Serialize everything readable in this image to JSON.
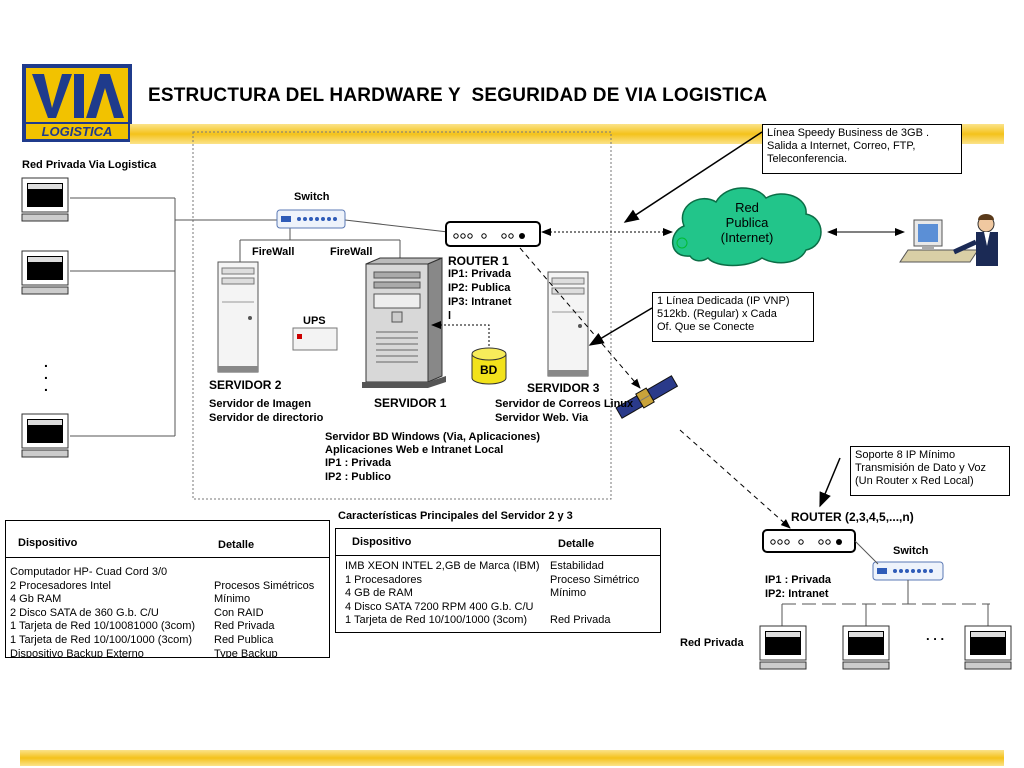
{
  "title": "ESTRUCTURA DEL HARDWARE Y  SEGURIDAD DE VIA LOGISTICA",
  "logo": {
    "text": "LOGISTICA",
    "colors": {
      "blue": "#1f3b8c",
      "yellow": "#f2c200"
    }
  },
  "colors": {
    "stripe": "#f4c21b",
    "cloud": "#22c58a",
    "arrow": "#000000"
  },
  "left_network": {
    "label": "Red Privada Via Logistica",
    "dots": ".\n.\n."
  },
  "switch_top": {
    "label": "Switch"
  },
  "firewalls": {
    "left": "FireWall",
    "right": "FireWall"
  },
  "ups": {
    "label": "UPS"
  },
  "router1": {
    "title": "ROUTER 1",
    "lines": [
      "IP1: Privada",
      "IP2: Publica",
      "IP3: Intranet",
      "l"
    ]
  },
  "bd": {
    "label": "BD"
  },
  "servidor1": {
    "title": "SERVIDOR 1",
    "desc": [
      "Servidor BD Windows (Via, Aplicaciones)",
      "Aplicaciones Web e Intranet Local",
      "IP1 : Privada",
      "IP2 : Publico"
    ]
  },
  "servidor2": {
    "title": "SERVIDOR 2",
    "desc": [
      "Servidor de Imagen",
      "Servidor de directorio"
    ]
  },
  "servidor3": {
    "title": "SERVIDOR 3",
    "desc": [
      "Servidor de Correos Linux",
      "Servidor Web. Via"
    ]
  },
  "cloud": {
    "lines": [
      "Red",
      "Publica",
      "(Internet)"
    ]
  },
  "callout_speedy": [
    "Línea Speedy Business de 3GB .",
    "Salida a Internet, Correo, FTP,",
    "Teleconferencia."
  ],
  "callout_dedicada": [
    "1 Línea Dedicada (IP VNP)",
    "512kb. (Regular) x Cada",
    "Of. Que se Conecte"
  ],
  "callout_soporte": [
    "Soporte 8 IP Mínimo",
    "Transmisión de Dato y Voz",
    "(Un Router x Red Local)"
  ],
  "router_n": {
    "title": "ROUTER  (2,3,4,5,...,n)",
    "lines": [
      "IP1 : Privada",
      "IP2: Intranet"
    ]
  },
  "switch_bottom": {
    "label": "Switch"
  },
  "red_privada_bottom": {
    "label": "Red Privada",
    "dots": ". . ."
  },
  "table1": {
    "headers": [
      "Dispositivo",
      "Detalle"
    ],
    "rows": [
      [
        "Computador HP- Cuad Cord 3/0",
        ""
      ],
      [
        "2 Procesadores Intel",
        "Procesos Simétricos"
      ],
      [
        "4 Gb RAM",
        "Mínimo"
      ],
      [
        "2 Disco SATA de 360 G.b. C/U",
        "Con RAID"
      ],
      [
        "1 Tarjeta de Red 10/10081000 (3com)",
        "Red Privada"
      ],
      [
        "1 Tarjeta de Red 10/100/1000  (3com)",
        "Red Publica"
      ],
      [
        "Dispositivo Backup Externo",
        "Type Backup"
      ]
    ]
  },
  "table2": {
    "caption": "Características Principales del Servidor 2 y  3",
    "headers": [
      "Dispositivo",
      "Detalle"
    ],
    "rows": [
      [
        "IMB XEON INTEL 2,GB de Marca (IBM)",
        "Estabilidad"
      ],
      [
        "1 Procesadores",
        "Proceso Simétrico"
      ],
      [
        "4 GB de  RAM",
        "Mínimo"
      ],
      [
        "4 Disco SATA 7200 RPM  400 G.b. C/U",
        ""
      ],
      [
        "1 Tarjeta de Red 10/100/1000 (3com)",
        "Red Privada"
      ]
    ]
  }
}
